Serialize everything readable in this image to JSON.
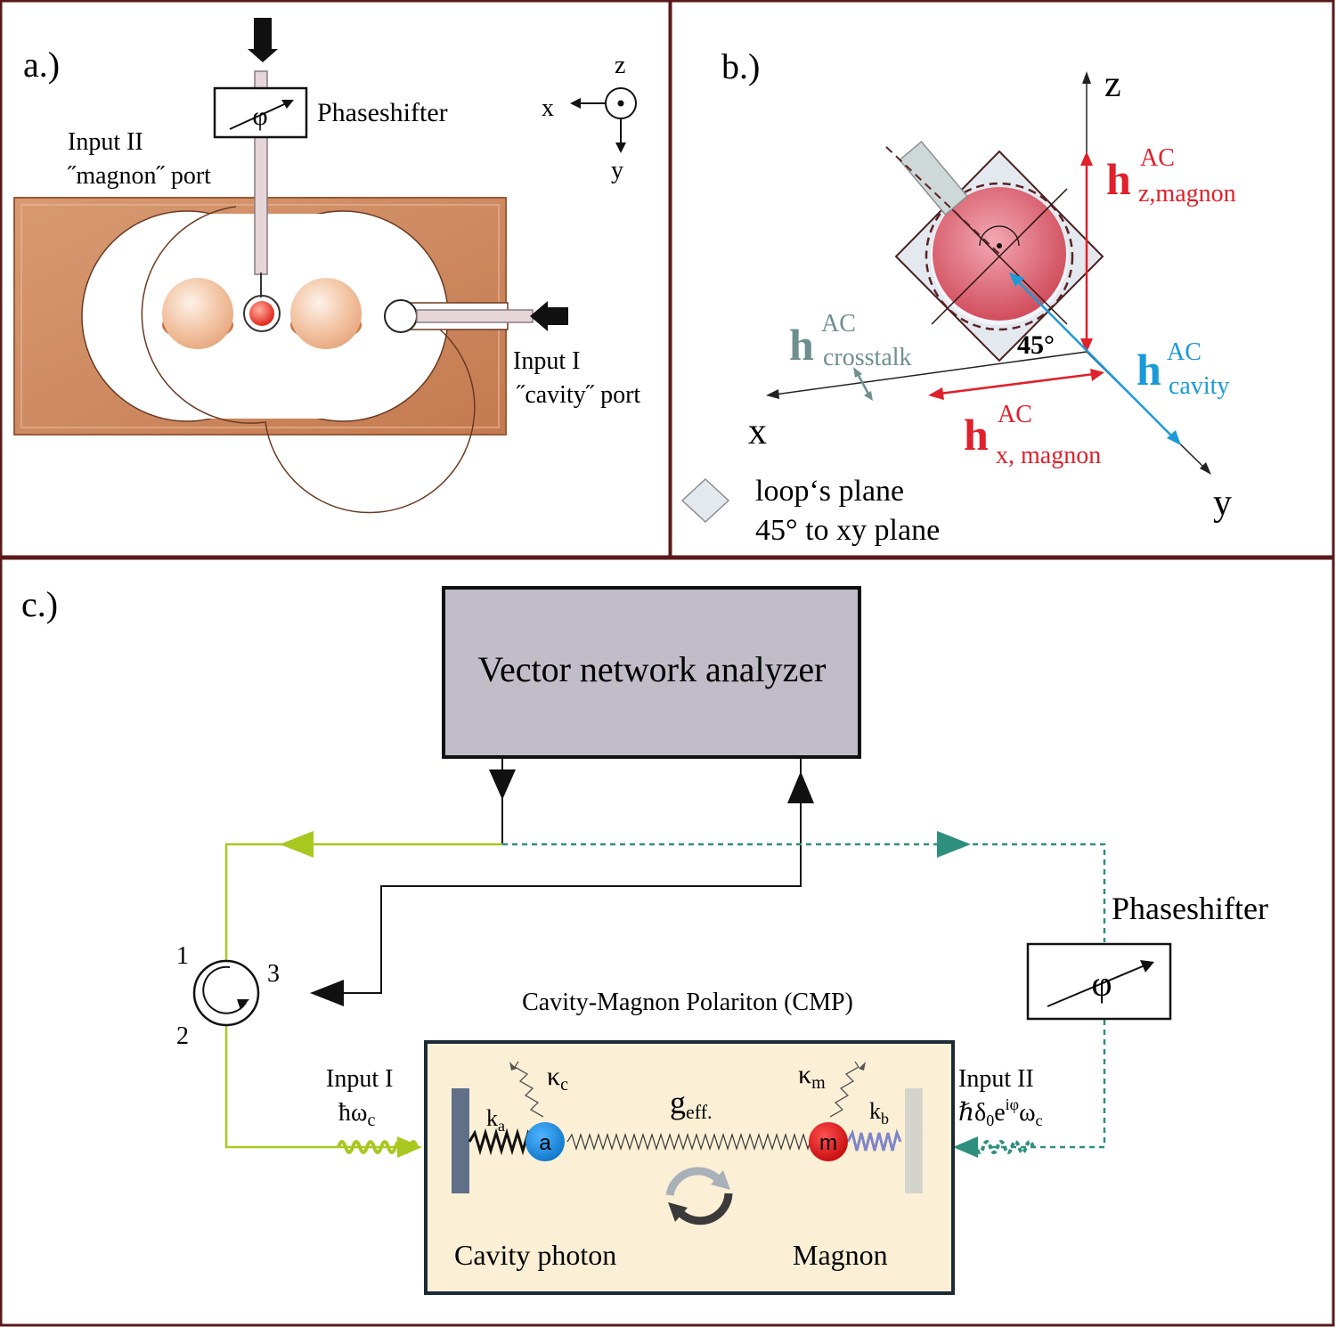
{
  "panel_a": {
    "label": "a.)",
    "phaseshifter_label": "Phaseshifter",
    "phi_symbol": "φ",
    "input2_line1": "Input II",
    "input2_line2": "˝magnon˝ port",
    "input1_line1": "Input I",
    "input1_line2": "˝cavity˝ port",
    "axis_z": "z",
    "axis_x": "x",
    "axis_y": "y",
    "colors": {
      "copper": "#d0895e",
      "sphere": "#e08a5c",
      "yig": "#e02020"
    }
  },
  "panel_b": {
    "label": "b.)",
    "axis_z": "z",
    "axis_x": "x",
    "axis_y": "y",
    "angle": "45°",
    "h": "h",
    "sup": "AC",
    "sub_z_magnon": "z,magnon",
    "sub_x_magnon": "x, magnon",
    "sub_crosstalk": "crosstalk",
    "sub_cavity": "cavity",
    "legend_line1": "loop‘s plane",
    "legend_line2": "45° to xy plane",
    "colors": {
      "magnon": "#e0202a",
      "cavity": "#1a9ad8",
      "crosstalk": "#6e8f8f"
    }
  },
  "panel_c": {
    "label": "c.)",
    "vna_label": "Vector network analyzer",
    "phaseshifter_label": "Phaseshifter",
    "phi_symbol": "φ",
    "port1": "1",
    "port2": "2",
    "port3": "3",
    "cmp_title": "Cavity-Magnon Polariton (CMP)",
    "input1_line1": "Input I",
    "input1_hbar": "ħω",
    "input1_sub": "c",
    "input2_line1": "Input II",
    "input2_a": "ℏδ",
    "input2_sub0": "0",
    "input2_e": "e",
    "input2_sup": "iφ",
    "input2_w": "ω",
    "input2_subc": "c",
    "kappa_c": "κ",
    "kappa_c_sub": "c",
    "kappa_m": "κ",
    "kappa_m_sub": "m",
    "k_a": "k",
    "k_a_sub": "a",
    "k_b": "k",
    "k_b_sub": "b",
    "g_eff": "g",
    "g_eff_sub": "eff.",
    "node_a": "a",
    "node_m": "m",
    "cavity_photon": "Cavity photon",
    "magnon": "Magnon",
    "colors": {
      "vna_fill": "#c0bcc8",
      "cmp_fill": "#fbf0d6",
      "green": "#a8c820",
      "teal": "#2e8f7e",
      "node_a": "#1a8fe0",
      "node_m": "#e01818"
    }
  }
}
